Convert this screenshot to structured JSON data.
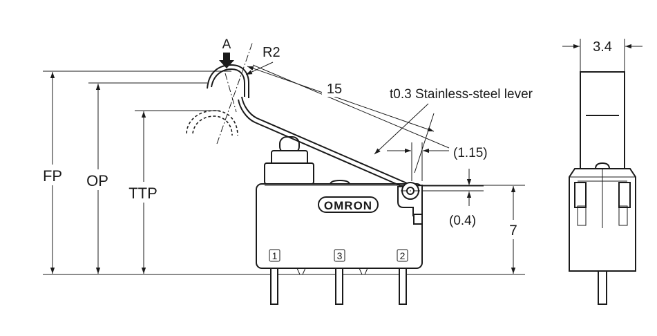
{
  "labels": {
    "a": "A",
    "r2": "R2",
    "len15": "15",
    "lever": "t0.3 Stainless-steel lever",
    "d115": "(1.15)",
    "d04": "(0.4)",
    "d7": "7",
    "d34": "3.4",
    "fp": "FP",
    "op": "OP",
    "ttp": "TTP",
    "brand": "OMRON",
    "t1": "1",
    "t3": "3",
    "t2": "2"
  }
}
